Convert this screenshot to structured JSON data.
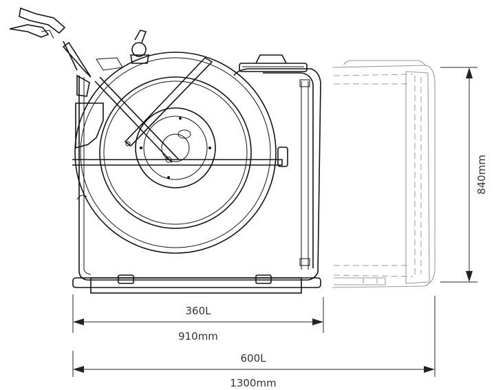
{
  "dimensions": {
    "width_360": {
      "volume": "360L",
      "length": "910mm"
    },
    "width_600": {
      "volume": "600L",
      "length": "1300mm"
    },
    "height": {
      "length": "840mm"
    }
  },
  "colors": {
    "ink": "#111111",
    "ghost_outline": "#9a9a9a",
    "dimension": "#222222",
    "background": "#ffffff"
  }
}
